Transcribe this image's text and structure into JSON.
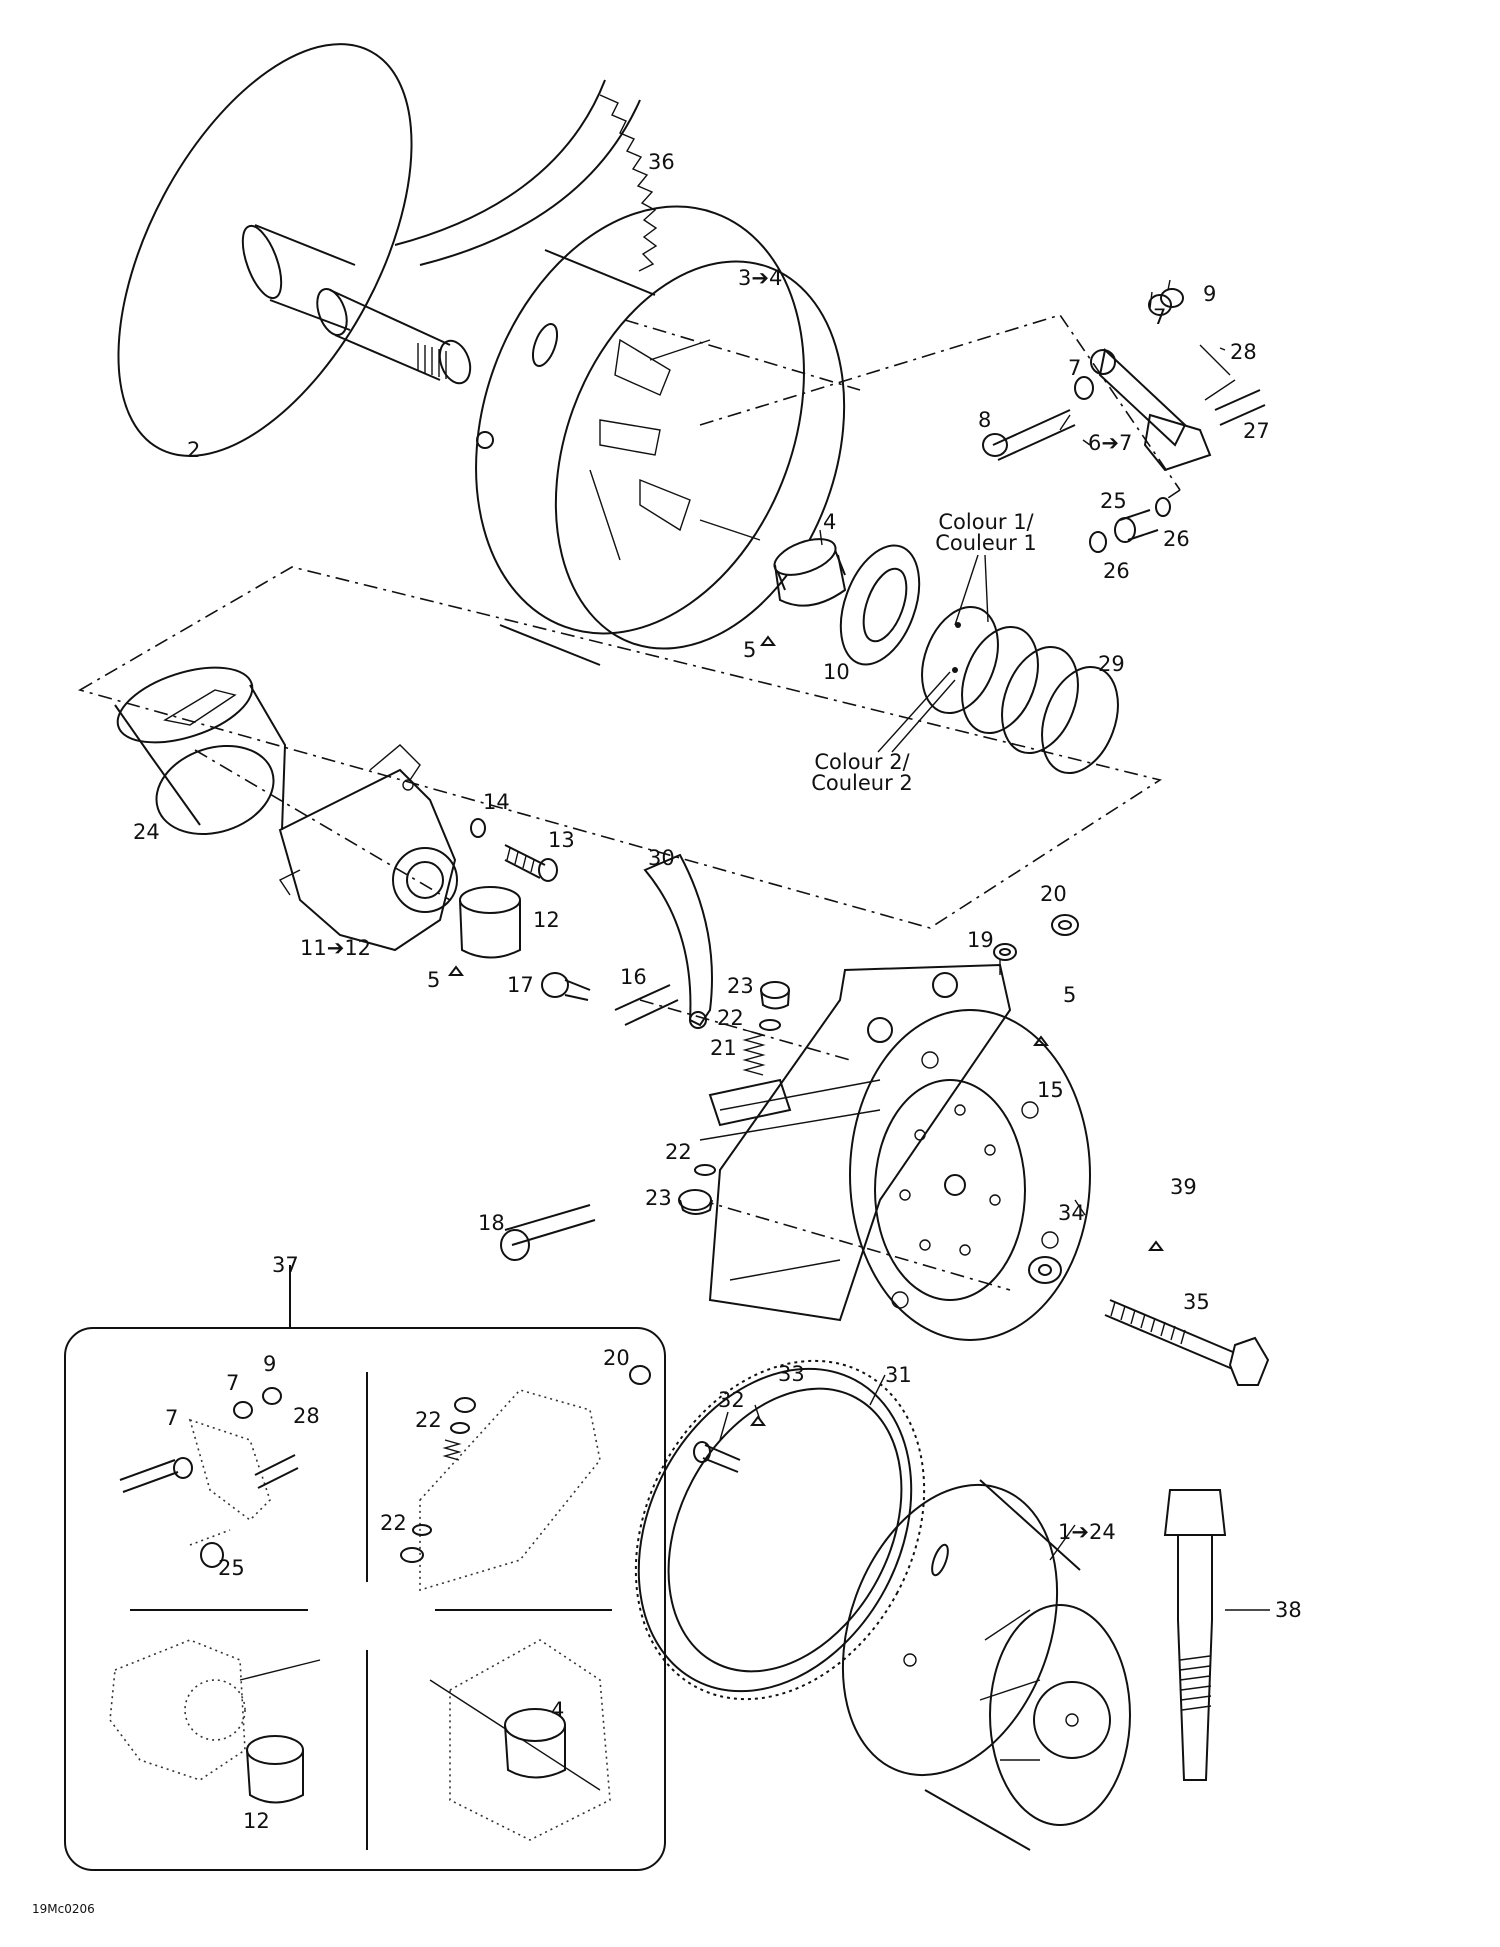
{
  "labels": {
    "p36": "36",
    "p2": "2",
    "p3_4": "3➔4",
    "p9a": "9",
    "p7a": "7",
    "p28a": "28",
    "p7b": "7",
    "p8": "8",
    "p6_7": "6➔7",
    "p27": "27",
    "p25a": "25",
    "p26a": "26",
    "p26b": "26",
    "p4a": "4",
    "p5a": "5",
    "p10": "10",
    "p29": "29",
    "colour1_line1": "Colour 1/",
    "colour1_line2": "Couleur 1",
    "colour2_line1": "Colour 2/",
    "colour2_line2": "Couleur 2",
    "p24": "24",
    "p14": "14",
    "p13": "13",
    "p12a": "12",
    "p11_12": "11➔12",
    "p5b": "5",
    "p17": "17",
    "p16": "16",
    "p30": "30",
    "p20a": "20",
    "p19": "19",
    "p5c": "5",
    "p15": "15",
    "p23a": "23",
    "p22a": "22",
    "p21": "21",
    "p22b": "22",
    "p23b": "23",
    "p18": "18",
    "p34": "34",
    "p39": "39",
    "p35": "35",
    "p37": "37",
    "i9": "9",
    "i7a": "7",
    "i7b": "7",
    "i28": "28",
    "i25": "25",
    "i20": "20",
    "i22a": "22",
    "i22b": "22",
    "i12": "12",
    "i4": "4",
    "p32": "32",
    "p33": "33",
    "p31": "31",
    "p1_24": "1➔24",
    "p38": "38"
  },
  "reference_code": "19Mc0206"
}
